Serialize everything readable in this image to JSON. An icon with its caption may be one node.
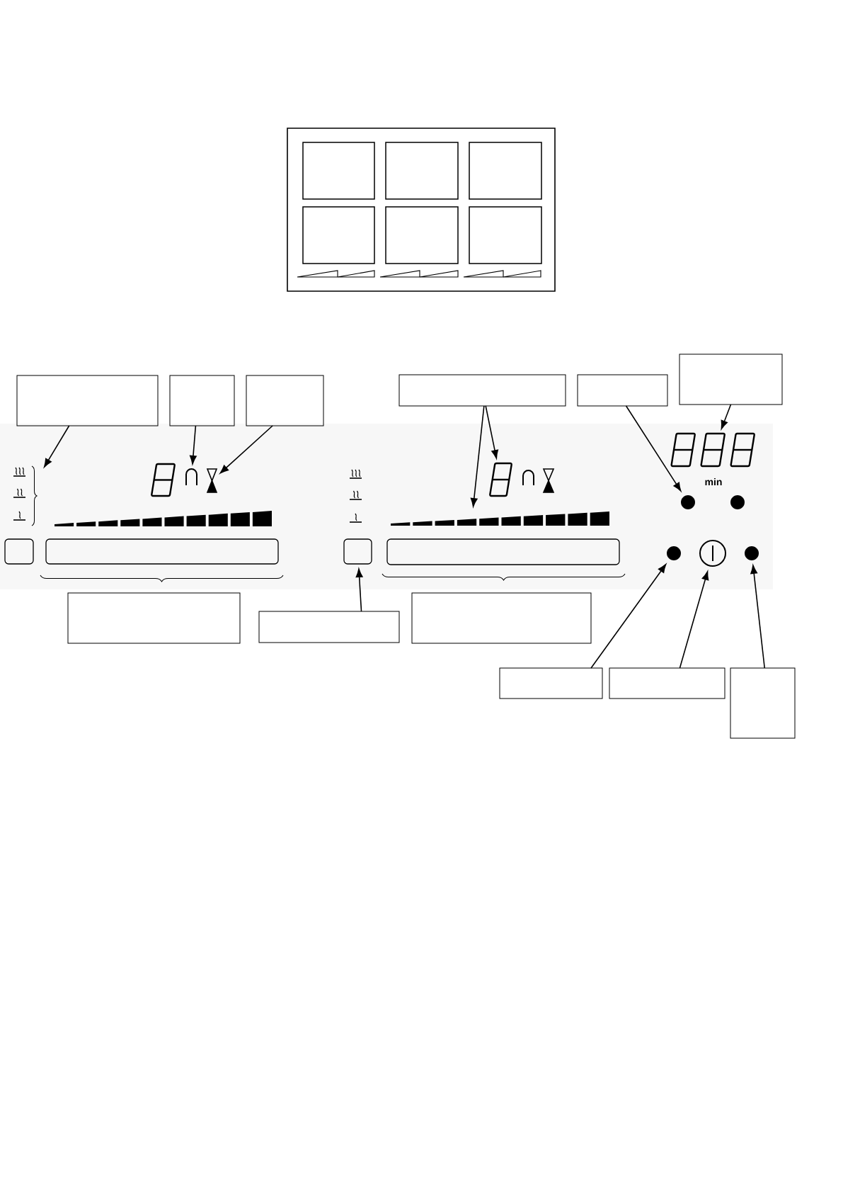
{
  "diagram": {
    "nodes": [
      {
        "text": [],
        "shape": "box"
      },
      {
        "text": [],
        "shape": "box",
        "in": 0
      },
      {
        "text": [],
        "shape": "box",
        "in": 0
      },
      {
        "text": [],
        "shape": "box",
        "in": 0
      },
      {
        "text": [],
        "shape": "box",
        "in": 0
      },
      {
        "text": [],
        "shape": "box",
        "in": 0
      },
      {
        "text": [],
        "shape": "box",
        "in": 0
      },
      {
        "text": [],
        "shape": "box"
      },
      {
        "text": [],
        "shape": "box"
      },
      {
        "text": [],
        "shape": "box"
      },
      {
        "text": [],
        "shape": "box"
      },
      {
        "text": [],
        "shape": "box"
      },
      {
        "text": [],
        "shape": "box"
      },
      {
        "text": [],
        "shape": "symbol"
      },
      {
        "text": [],
        "shape": "display"
      },
      {
        "text": [],
        "shape": "arch"
      },
      {
        "text": [],
        "shape": "hourglass"
      },
      {
        "text": [],
        "shape": "symbol"
      },
      {
        "text": [],
        "shape": "display"
      },
      {
        "text": [],
        "shape": "arch"
      },
      {
        "text": [],
        "shape": "hourglass"
      },
      {
        "text": [],
        "shape": "display"
      },
      {
        "text": [],
        "shape": "circle"
      },
      {
        "text": [],
        "shape": "circle"
      },
      {
        "text": [],
        "shape": "bar"
      },
      {
        "text": [],
        "shape": "bar"
      },
      {
        "text": [],
        "shape": "button"
      },
      {
        "text": [],
        "shape": "slider"
      },
      {
        "text": [],
        "shape": "button"
      },
      {
        "text": [],
        "shape": "slider"
      },
      {
        "text": [],
        "shape": "circle"
      },
      {
        "text": [],
        "shape": "switch"
      },
      {
        "text": [],
        "shape": "circle"
      },
      {
        "text": [],
        "shape": "box"
      },
      {
        "text": [],
        "shape": "box"
      },
      {
        "text": [],
        "shape": "box"
      },
      {
        "text": [],
        "shape": "box"
      },
      {
        "text": [],
        "shape": "box"
      },
      {
        "text": [],
        "shape": "box"
      }
    ],
    "edges": [
      {
        "from": 7,
        "to": 13,
        "arrow": "to"
      },
      {
        "from": 8,
        "to": 15,
        "arrow": "to"
      },
      {
        "from": 9,
        "to": 16,
        "arrow": "to"
      },
      {
        "from": 10,
        "to": 25,
        "arrow": "to"
      },
      {
        "from": 10,
        "to": 18,
        "arrow": "to"
      },
      {
        "from": 11,
        "to": 22,
        "arrow": "to"
      },
      {
        "from": 12,
        "to": 21,
        "arrow": "to"
      },
      {
        "from": 34,
        "to": 28,
        "arrow": "to"
      },
      {
        "from": 36,
        "to": 30,
        "arrow": "to"
      },
      {
        "from": 37,
        "to": 31,
        "arrow": "to"
      },
      {
        "from": 38,
        "to": 32,
        "arrow": "to"
      }
    ],
    "labels": [
      "min"
    ]
  }
}
